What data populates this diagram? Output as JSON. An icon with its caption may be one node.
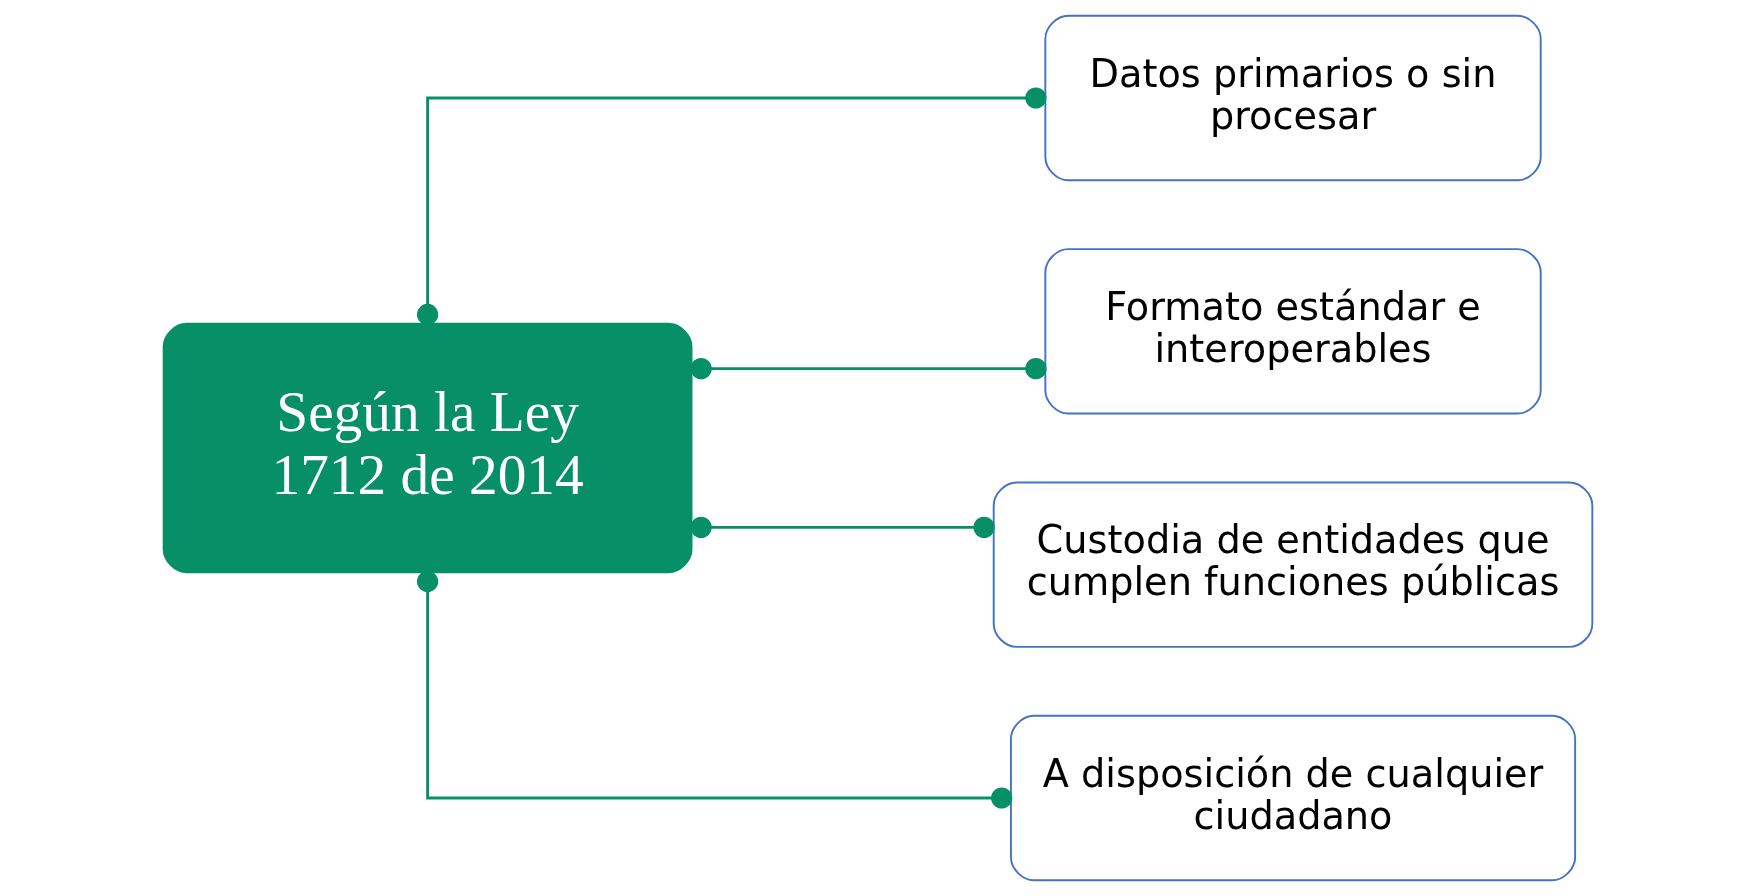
{
  "diagram": {
    "nodes": [
      {
        "text": [
          "Según la Ley 1712 de 2014"
        ]
      },
      {
        "text": [
          "Datos primarios o sin procesar"
        ]
      },
      {
        "text": [
          "Formato estándar e interoperables"
        ]
      },
      {
        "text": [
          "Custodia de entidades que cumplen funciones públicas"
        ]
      },
      {
        "text": [
          "A disposición de cualquier ciudadano"
        ]
      }
    ],
    "edges": [
      {
        "from": 0,
        "to": 1,
        "arrow": "other"
      },
      {
        "from": 0,
        "to": 2,
        "arrow": "other"
      },
      {
        "from": 0,
        "to": 3,
        "arrow": "other"
      },
      {
        "from": 0,
        "to": 4,
        "arrow": "other"
      }
    ]
  }
}
